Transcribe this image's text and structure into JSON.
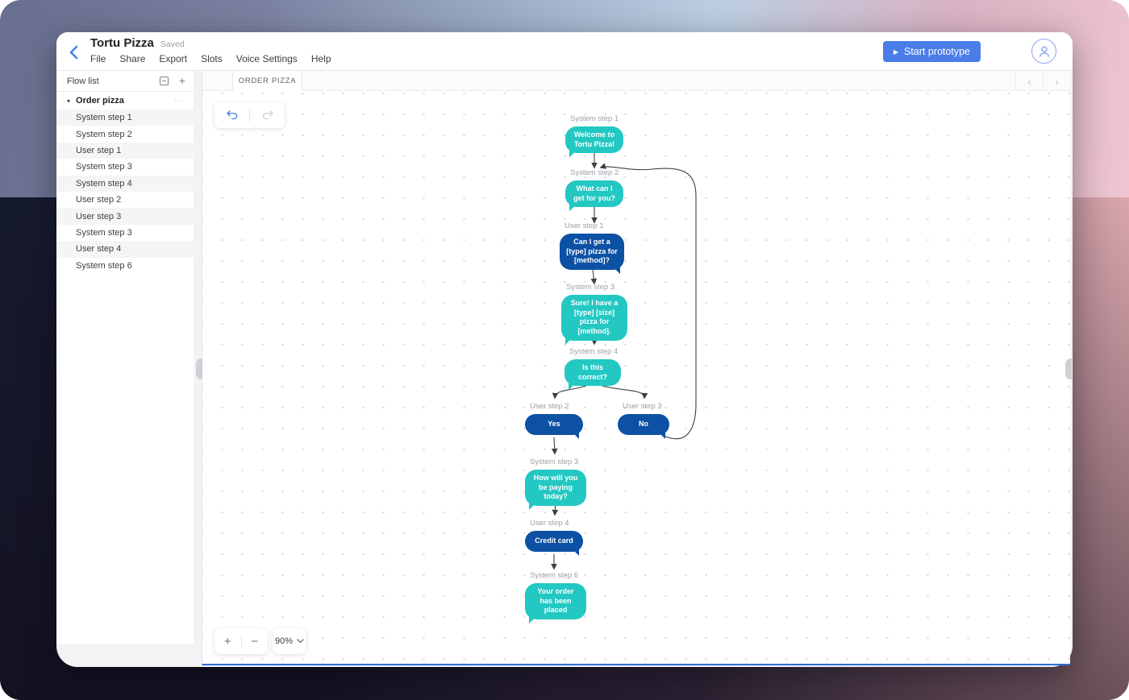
{
  "header": {
    "title": "Tortu Pizza",
    "saved_status": "Saved",
    "menu": [
      "File",
      "Share",
      "Export",
      "Slots",
      "Voice Settings",
      "Help"
    ],
    "start_button": "Start prototype",
    "accent_color": "#4a7de8"
  },
  "sidebar": {
    "title": "Flow list",
    "flow_name": "Order pizza",
    "items": [
      "System step 1",
      "System step 2",
      "User step 1",
      "System step 3",
      "System step 4",
      "User step 2",
      "User step 3",
      "System step 3",
      "User step 4",
      "System step 6"
    ]
  },
  "canvas": {
    "tab": "ORDER PIZZA",
    "zoom_level": "90%",
    "zoom_in_icon": "+",
    "zoom_out_icon": "−",
    "colors": {
      "system_bubble": "#23c8c3",
      "user_bubble": "#0c51a4",
      "canvas_edge_line": "#2e6fd6"
    },
    "nodes": [
      {
        "label": "System step 1",
        "text": "Welcome to Tortu Pizza!",
        "type": "system"
      },
      {
        "label": "System step 2",
        "text": "What can I get for you?",
        "type": "system"
      },
      {
        "label": "User step 1",
        "text": "Can I get a [type] pizza for [method]?",
        "type": "user"
      },
      {
        "label": "System step 3",
        "text": "Sure! I have a [type] [size] pizza for [method].",
        "type": "system"
      },
      {
        "label": "System step 4",
        "text": "Is this correct?",
        "type": "system"
      },
      {
        "label": "User step 2",
        "text": "Yes",
        "type": "user"
      },
      {
        "label": "User step 3",
        "text": "No",
        "type": "user"
      },
      {
        "label": "System step 3",
        "text": "How will you be paying today?",
        "type": "system"
      },
      {
        "label": "User step 4",
        "text": "Credit card",
        "type": "user"
      },
      {
        "label": "System step 6",
        "text": "Your order has been placed",
        "type": "system"
      }
    ]
  }
}
